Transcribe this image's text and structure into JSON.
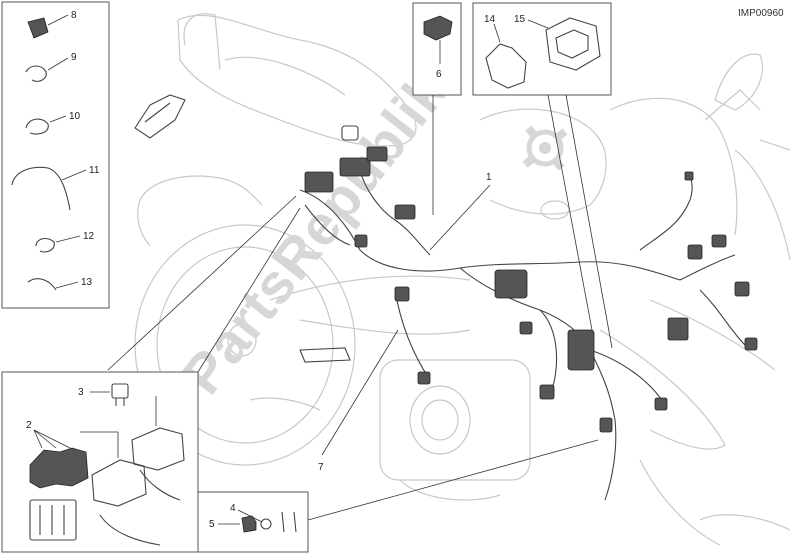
{
  "reference_code": "IMP00960",
  "watermark": "PartsRepublik",
  "callouts": [
    {
      "id": "c1",
      "label": "1"
    },
    {
      "id": "c2",
      "label": "2"
    },
    {
      "id": "c3",
      "label": "3"
    },
    {
      "id": "c4",
      "label": "4"
    },
    {
      "id": "c5",
      "label": "5"
    },
    {
      "id": "c6",
      "label": "6"
    },
    {
      "id": "c7",
      "label": "7"
    },
    {
      "id": "c8",
      "label": "8"
    },
    {
      "id": "c9",
      "label": "9"
    },
    {
      "id": "c10",
      "label": "10"
    },
    {
      "id": "c11",
      "label": "11"
    },
    {
      "id": "c12",
      "label": "12"
    },
    {
      "id": "c13",
      "label": "13"
    },
    {
      "id": "c14",
      "label": "14"
    },
    {
      "id": "c15",
      "label": "15"
    }
  ],
  "colors": {
    "line": "#444444",
    "ghost": "#c8c8c8",
    "watermark": "#d7d7d7",
    "box_border": "#555555"
  }
}
